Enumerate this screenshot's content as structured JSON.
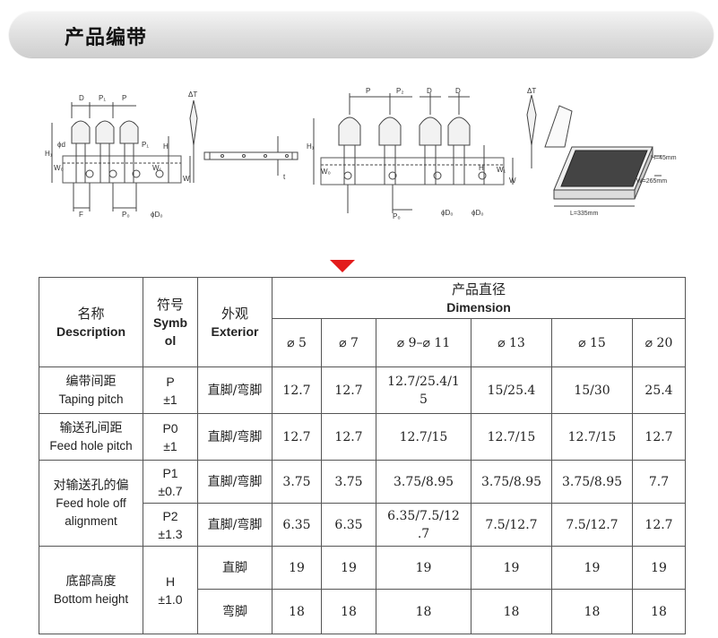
{
  "header": {
    "title": "产品编带"
  },
  "diagram": {
    "left": {
      "labels_top": [
        "D",
        "P₁",
        "P",
        "ΔT"
      ],
      "labels_side": [
        "H₁",
        "ϕd",
        "W₀",
        "P₁",
        "H",
        "W₁",
        "W"
      ],
      "labels_bottom": [
        "F",
        "P₀",
        "ϕD₀"
      ],
      "label_t": "t"
    },
    "right": {
      "labels_top": [
        "P",
        "P₂",
        "D",
        "D",
        "ΔT"
      ],
      "labels_side": [
        "H₁",
        "W₀",
        "H",
        "W₁",
        "W"
      ],
      "labels_bottom": [
        "P₀",
        "ϕD₀",
        "ϕD₀"
      ]
    },
    "box": {
      "h": "H=45mm",
      "w": "W=265mm",
      "l": "L=335mm"
    }
  },
  "table": {
    "header": {
      "name_cn": "名称",
      "name_en": "Description",
      "symbol_cn": "符号",
      "symbol_en_1": "Symb",
      "symbol_en_2": "ol",
      "exterior_cn": "外观",
      "exterior_en": "Exterior",
      "dim_cn": "产品直径",
      "dim_en": "Dimension",
      "diameters": [
        "⌀ 5",
        "⌀ 7",
        "⌀ 9–⌀ 11",
        "⌀ 13",
        "⌀ 15",
        "⌀ 20"
      ]
    },
    "rows": [
      {
        "name_cn": "编带间距",
        "name_en": "Taping pitch",
        "sym_1": "P",
        "sym_2": "±1",
        "exterior": "直脚/弯脚",
        "values": [
          "12.7",
          "12.7",
          "12.7/25.4/1",
          "15/25.4",
          "15/30",
          "25.4"
        ],
        "value_wrap": "5"
      },
      {
        "name_cn": "输送孔间距",
        "name_en": "Feed hole pitch",
        "sym_1": "P0",
        "sym_2": "±1",
        "exterior": "直脚/弯脚",
        "values": [
          "12.7",
          "12.7",
          "12.7/15",
          "12.7/15",
          "12.7/15",
          "12.7"
        ]
      },
      {
        "name_cn": "对输送孔的偏",
        "name_en_1": "Feed hole off",
        "name_en_2": "alignment",
        "sym_1": "P1",
        "sym_2": "±0.7",
        "exterior": "直脚/弯脚",
        "values": [
          "3.75",
          "3.75",
          "3.75/8.95",
          "3.75/8.95",
          "3.75/8.95",
          "7.7"
        ]
      },
      {
        "sym_1": "P2",
        "sym_2": "±1.3",
        "exterior": "直脚/弯脚",
        "values": [
          "6.35",
          "6.35",
          "6.35/7.5/12",
          "7.5/12.7",
          "7.5/12.7",
          "12.7"
        ],
        "value_wrap": ".7"
      },
      {
        "name_cn": "底部高度",
        "name_en": "Bottom height",
        "sym_1": "H",
        "sym_2": "±1.0",
        "exterior": "直脚",
        "values": [
          "19",
          "19",
          "19",
          "19",
          "19",
          "19"
        ]
      },
      {
        "exterior": "弯脚",
        "values": [
          "18",
          "18",
          "18",
          "18",
          "18",
          "18"
        ]
      }
    ]
  }
}
